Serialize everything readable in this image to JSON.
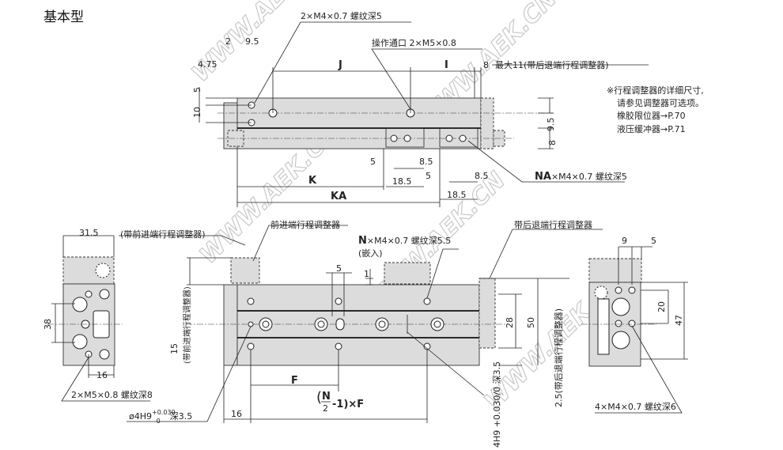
{
  "title": "基本型",
  "watermark": "WWW.AEK.CN",
  "top_view": {
    "thread_top": "2×M4×0.7 螺纹深5",
    "port": "操作通口 2×M5×0.8",
    "dim_2": "2",
    "dim_9_5": "9.5",
    "dim_4_75": "4.75",
    "dim_J": "J",
    "dim_I": "I",
    "dim_8": "8",
    "max_note": "最大11(带后退端行程调整器)",
    "dim_5v": "5",
    "dim_10v": "10",
    "dim_9_5v": "9.5",
    "dim_8v": "8",
    "dim_5a": "5",
    "dim_8_5a": "8.5",
    "dim_5b": "5",
    "dim_8_5b": "8.5",
    "dim_18_5a": "18.5",
    "dim_18_5b": "18.5",
    "dim_K": "K",
    "dim_KA": "KA",
    "thread_na_bold": "NA",
    "thread_na": "×M4×0.7 螺纹深5"
  },
  "notes": [
    "※行程调整器的详细尺寸,",
    "请参见调整器可选项。",
    "橡胶限位器→P.70",
    "液压缓冲器→P.71"
  ],
  "left_view": {
    "dim_31_5": "31.5",
    "front_adj": "(带前进端行程调整器)",
    "dim_38": "38",
    "dim_16": "16",
    "thread": "2×M5×0.8 螺纹深8"
  },
  "front_view": {
    "front_adj": "前进端行程调整器",
    "thread_n_bold": "N",
    "thread_n": "×M4×0.7 螺纹深5.5",
    "insert": "(嵌入)",
    "dim_5": "5",
    "dim_1": "1",
    "dim_15": "15",
    "front_adj_v": "(带前进端行程调整器)",
    "pin_left": "ø4H9",
    "tol_up": "+0.030",
    "tol_low": "0",
    "depth": "深3.5",
    "dim_F": "F",
    "formula_n": "N",
    "formula_2": "2",
    "formula_rest": "-1)×F",
    "dim_16": "16",
    "rear_adj": "带后退端行程调整器",
    "dim_28": "28",
    "dim_50": "50",
    "rear_adj_v": "2.5(带后退端行程调整器)",
    "pin_right": "4H9 +0.030/0 深3.5"
  },
  "right_view": {
    "dim_9": "9",
    "dim_5": "5",
    "dim_20": "20",
    "dim_47": "47",
    "thread": "4×M4×0.7 螺纹深6"
  }
}
